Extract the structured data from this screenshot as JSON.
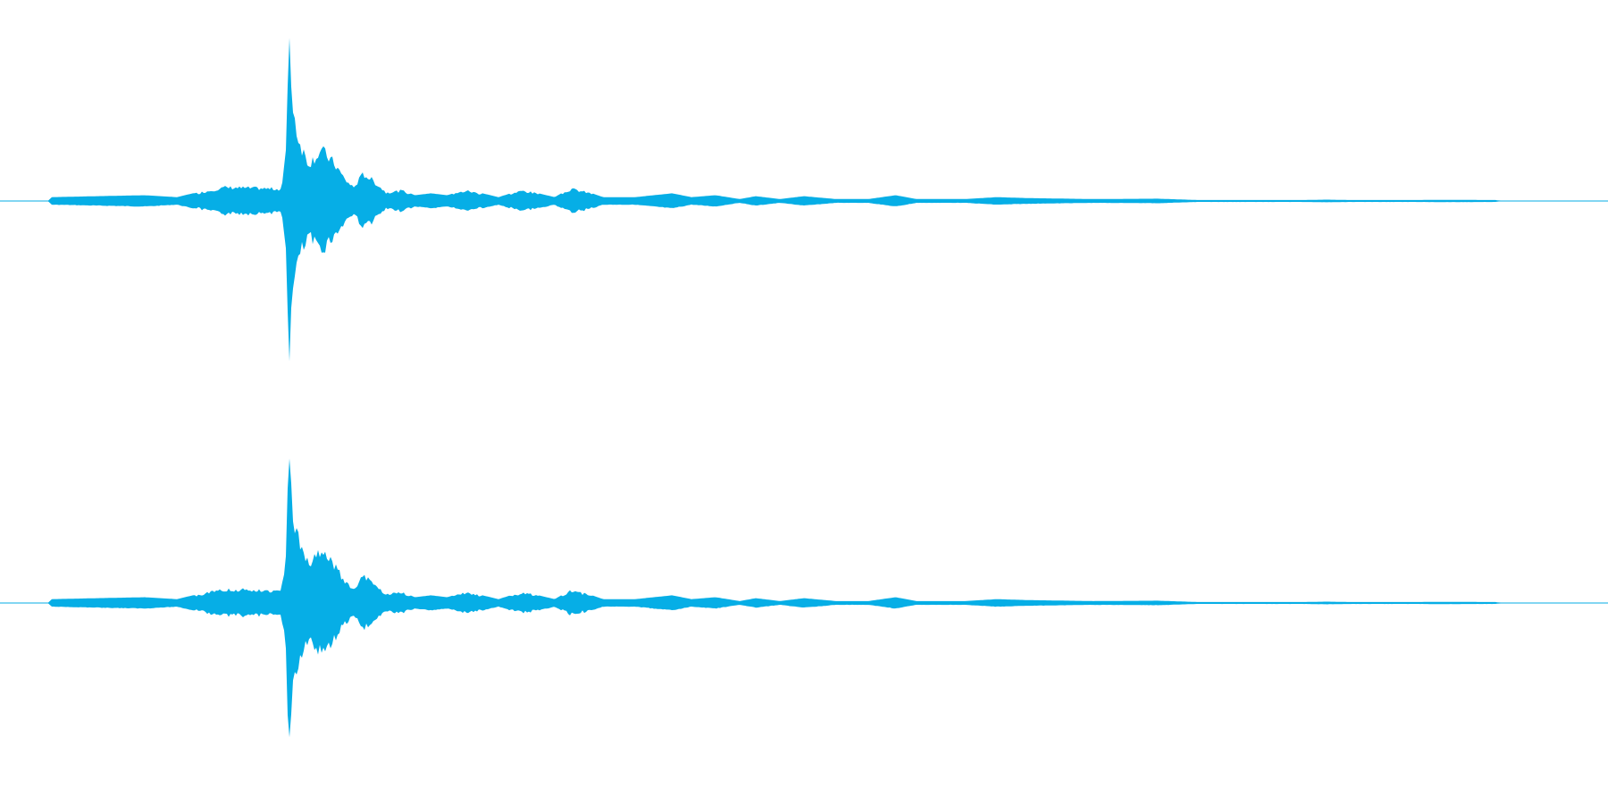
{
  "waveform": {
    "color": "#06aee6",
    "background": "#ffffff",
    "channels": [
      {
        "name": "channel-1"
      },
      {
        "name": "channel-2"
      }
    ],
    "envelope": {
      "duration": 1.0,
      "points": [
        [
          0.0,
          0.0
        ],
        [
          0.03,
          0.0
        ],
        [
          0.032,
          0.02
        ],
        [
          0.06,
          0.025
        ],
        [
          0.09,
          0.03
        ],
        [
          0.11,
          0.02
        ],
        [
          0.125,
          0.05
        ],
        [
          0.14,
          0.08
        ],
        [
          0.16,
          0.075
        ],
        [
          0.175,
          0.07
        ],
        [
          0.178,
          0.3
        ],
        [
          0.18,
          1.0
        ],
        [
          0.182,
          0.55
        ],
        [
          0.186,
          0.35
        ],
        [
          0.192,
          0.22
        ],
        [
          0.2,
          0.3
        ],
        [
          0.208,
          0.22
        ],
        [
          0.215,
          0.12
        ],
        [
          0.22,
          0.08
        ],
        [
          0.226,
          0.16
        ],
        [
          0.232,
          0.12
        ],
        [
          0.24,
          0.05
        ],
        [
          0.25,
          0.06
        ],
        [
          0.258,
          0.03
        ],
        [
          0.268,
          0.04
        ],
        [
          0.278,
          0.03
        ],
        [
          0.29,
          0.06
        ],
        [
          0.3,
          0.04
        ],
        [
          0.31,
          0.02
        ],
        [
          0.325,
          0.06
        ],
        [
          0.335,
          0.04
        ],
        [
          0.345,
          0.02
        ],
        [
          0.355,
          0.07
        ],
        [
          0.365,
          0.05
        ],
        [
          0.375,
          0.02
        ],
        [
          0.395,
          0.02
        ],
        [
          0.418,
          0.04
        ],
        [
          0.43,
          0.02
        ],
        [
          0.445,
          0.03
        ],
        [
          0.46,
          0.01
        ],
        [
          0.47,
          0.025
        ],
        [
          0.485,
          0.01
        ],
        [
          0.5,
          0.025
        ],
        [
          0.52,
          0.01
        ],
        [
          0.54,
          0.01
        ],
        [
          0.557,
          0.03
        ],
        [
          0.57,
          0.01
        ],
        [
          0.6,
          0.01
        ],
        [
          0.62,
          0.02
        ],
        [
          0.64,
          0.015
        ],
        [
          0.68,
          0.01
        ],
        [
          0.72,
          0.012
        ],
        [
          0.745,
          0.005
        ],
        [
          0.81,
          0.005
        ],
        [
          0.825,
          0.007
        ],
        [
          0.84,
          0.005
        ],
        [
          0.88,
          0.005
        ],
        [
          0.895,
          0.006
        ],
        [
          0.93,
          0.005
        ],
        [
          0.935,
          0.0
        ],
        [
          1.0,
          0.0
        ]
      ]
    }
  }
}
